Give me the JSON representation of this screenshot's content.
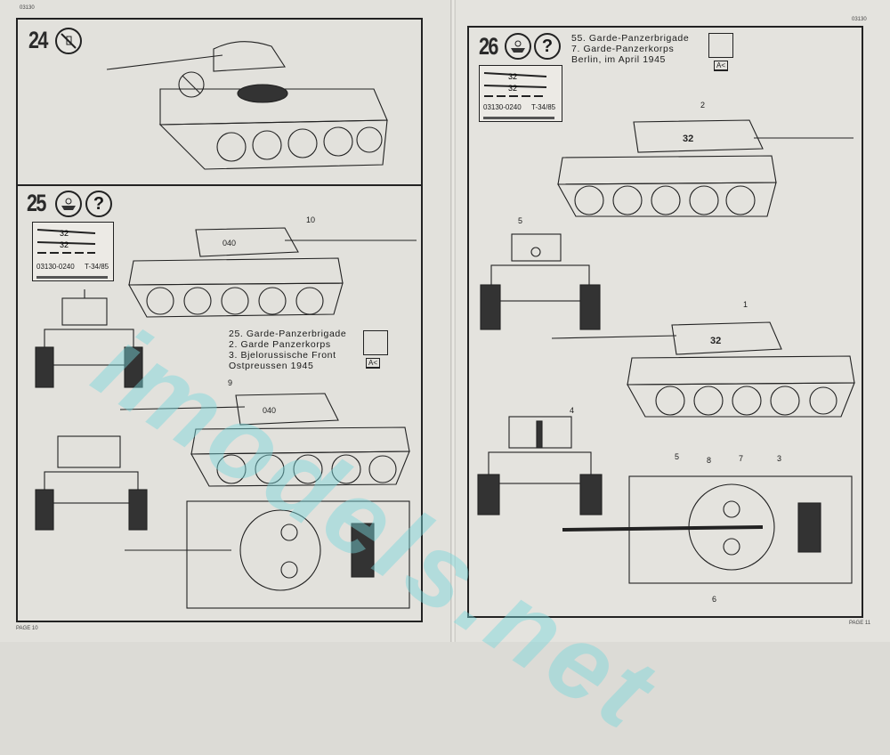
{
  "left_page": {
    "header_code": "03130",
    "page_label": "PAGE 10",
    "step24": {
      "number": "24",
      "icons": [
        "no-glue-icon"
      ]
    },
    "step25": {
      "number": "25",
      "icons": [
        "decal-water-icon",
        "question-icon"
      ],
      "question_mark": "?",
      "decal_sheet": {
        "code": "03130-0240",
        "model": "T-34/85"
      },
      "info": [
        "25. Garde-Panzerbrigade",
        "2. Garde Panzerkorps",
        "3. Bjelorussische Front",
        "Ostpreussen 1945"
      ],
      "color_label": "A<",
      "callouts": [
        "10",
        "9"
      ],
      "turret_numbers": [
        "040",
        "040"
      ]
    }
  },
  "right_page": {
    "header_code": "03130",
    "page_label": "PAGE 11",
    "step26": {
      "number": "26",
      "icons": [
        "decal-water-icon",
        "question-icon"
      ],
      "question_mark": "?",
      "decal_sheet": {
        "code": "03130-0240",
        "model": "T-34/85"
      },
      "info": [
        "55. Garde-Panzerbrigade",
        "7. Garde-Panzerkorps",
        "Berlin, im April 1945"
      ],
      "color_label": "A<",
      "callouts": [
        "2",
        "5",
        "1",
        "4",
        "5",
        "8",
        "7",
        "3",
        "6"
      ],
      "turret_numbers": [
        "32",
        "32"
      ]
    }
  },
  "watermark": "imodels.net"
}
